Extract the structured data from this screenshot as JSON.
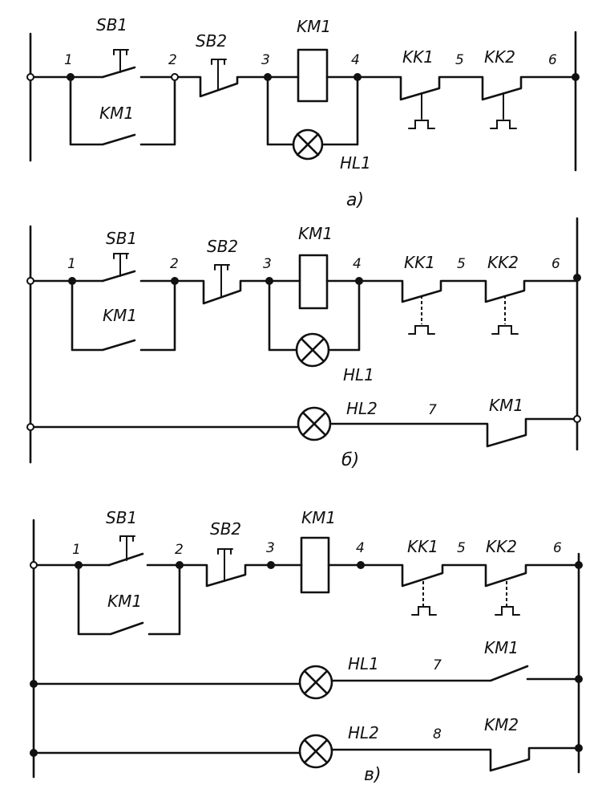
{
  "diagrams": [
    {
      "caption": "а)",
      "nodes": [
        "1",
        "2",
        "3",
        "4",
        "5",
        "6"
      ],
      "labels": {
        "sb1": "SB1",
        "sb2": "SB2",
        "km1_coil": "KM1",
        "km1_hold": "KM1",
        "kk1": "KK1",
        "kk2": "KK2",
        "hl1": "HL1"
      }
    },
    {
      "caption": "б)",
      "nodes": [
        "1",
        "2",
        "3",
        "4",
        "5",
        "6",
        "7"
      ],
      "labels": {
        "sb1": "SB1",
        "sb2": "SB2",
        "km1_coil": "KM1",
        "km1_hold": "KM1",
        "kk1": "KK1",
        "kk2": "KK2",
        "hl1": "HL1",
        "hl2": "HL2",
        "km1_nc": "KM1"
      }
    },
    {
      "caption": "в)",
      "nodes": [
        "1",
        "2",
        "3",
        "4",
        "5",
        "6",
        "7",
        "8"
      ],
      "labels": {
        "sb1": "SB1",
        "sb2": "SB2",
        "km1_coil": "KM1",
        "km1_hold": "KM1",
        "kk1": "KK1",
        "kk2": "KK2",
        "hl1": "HL1",
        "hl2": "HL2",
        "km1_no": "KM1",
        "km2_nc": "KM2"
      }
    }
  ]
}
